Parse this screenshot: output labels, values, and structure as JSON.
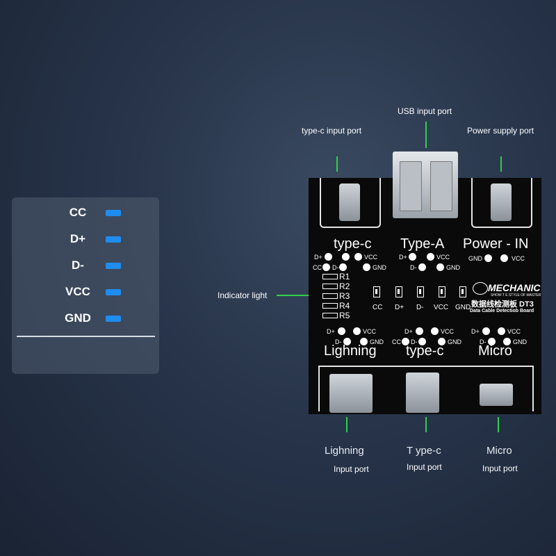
{
  "legend": {
    "items": [
      {
        "label": "CC",
        "color": "#1f8cf0"
      },
      {
        "label": "D+",
        "color": "#1f8cf0"
      },
      {
        "label": "D-",
        "color": "#1f8cf0"
      },
      {
        "label": "VCC",
        "color": "#1f8cf0"
      },
      {
        "label": "GND",
        "color": "#1f8cf0"
      }
    ]
  },
  "annotations": {
    "typec_input": "type-c input port",
    "usb_input": "USB input port",
    "power_supply": "Power supply port",
    "indicator": "Indicator light",
    "lightning_port": "Lighning",
    "typec_port": "T ype-c",
    "micro_port": "Micro",
    "input_port": "Input port"
  },
  "board": {
    "top_titles": [
      "type-c",
      "Type-A",
      "Power - IN"
    ],
    "bottom_titles": [
      "Lighning",
      "type-c",
      "Micro"
    ],
    "brand": "MECHANIC",
    "brand_sub": "SHOW T E STYLE OF MASTER",
    "model": "数据线检测板  DT3",
    "model_sub": "Data Cable Detectiob Board",
    "resistors": [
      "R1",
      "R2",
      "R3",
      "R4",
      "R5"
    ],
    "indicators": [
      "CC",
      "D+",
      "D-",
      "VCC",
      "GND"
    ],
    "pin_labels": {
      "dplus": "D+",
      "dminus": "D-",
      "vcc": "VCC",
      "gnd": "GND",
      "cc": "CC"
    }
  },
  "colors": {
    "accent_green": "#2fd04a",
    "led_blue": "#1f8cf0",
    "board_bg": "#0a0a0a"
  }
}
